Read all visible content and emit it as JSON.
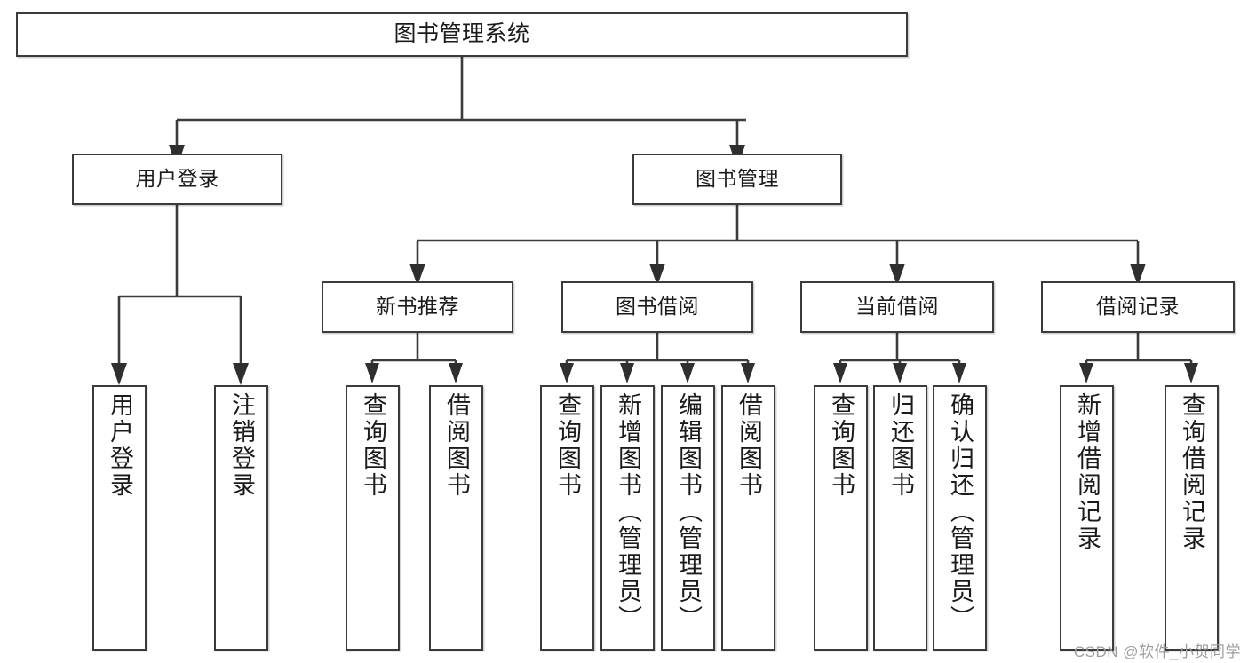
{
  "diagram": {
    "title": "图书管理系统",
    "type": "tree-hierarchy",
    "root": {
      "label": "图书管理系统"
    },
    "level2": [
      {
        "label": "用户登录"
      },
      {
        "label": "图书管理"
      }
    ],
    "level3": [
      {
        "label": "新书推荐"
      },
      {
        "label": "图书借阅"
      },
      {
        "label": "当前借阅"
      },
      {
        "label": "借阅记录"
      }
    ],
    "leaves": {
      "user_login": [
        {
          "label": "用户登录"
        },
        {
          "label": "注销登录"
        }
      ],
      "new_book_recommend": [
        {
          "label": "查询图书"
        },
        {
          "label": "借阅图书"
        }
      ],
      "book_borrow": [
        {
          "label": "查询图书"
        },
        {
          "label": "新增图书（管理员）"
        },
        {
          "label": "编辑图书（管理员）"
        },
        {
          "label": "借阅图书"
        }
      ],
      "current_borrow": [
        {
          "label": "查询图书"
        },
        {
          "label": "归还图书"
        },
        {
          "label": "确认归还（管理员）"
        }
      ],
      "borrow_record": [
        {
          "label": "新增借阅记录"
        },
        {
          "label": "查询借阅记录"
        }
      ]
    }
  },
  "watermark": {
    "text": "CSDN @软件_小贺同学"
  },
  "colors": {
    "border": "#3b3b3b",
    "background": "#ffffff",
    "text": "#1b1b1b",
    "watermark": "#9d9d9d"
  }
}
